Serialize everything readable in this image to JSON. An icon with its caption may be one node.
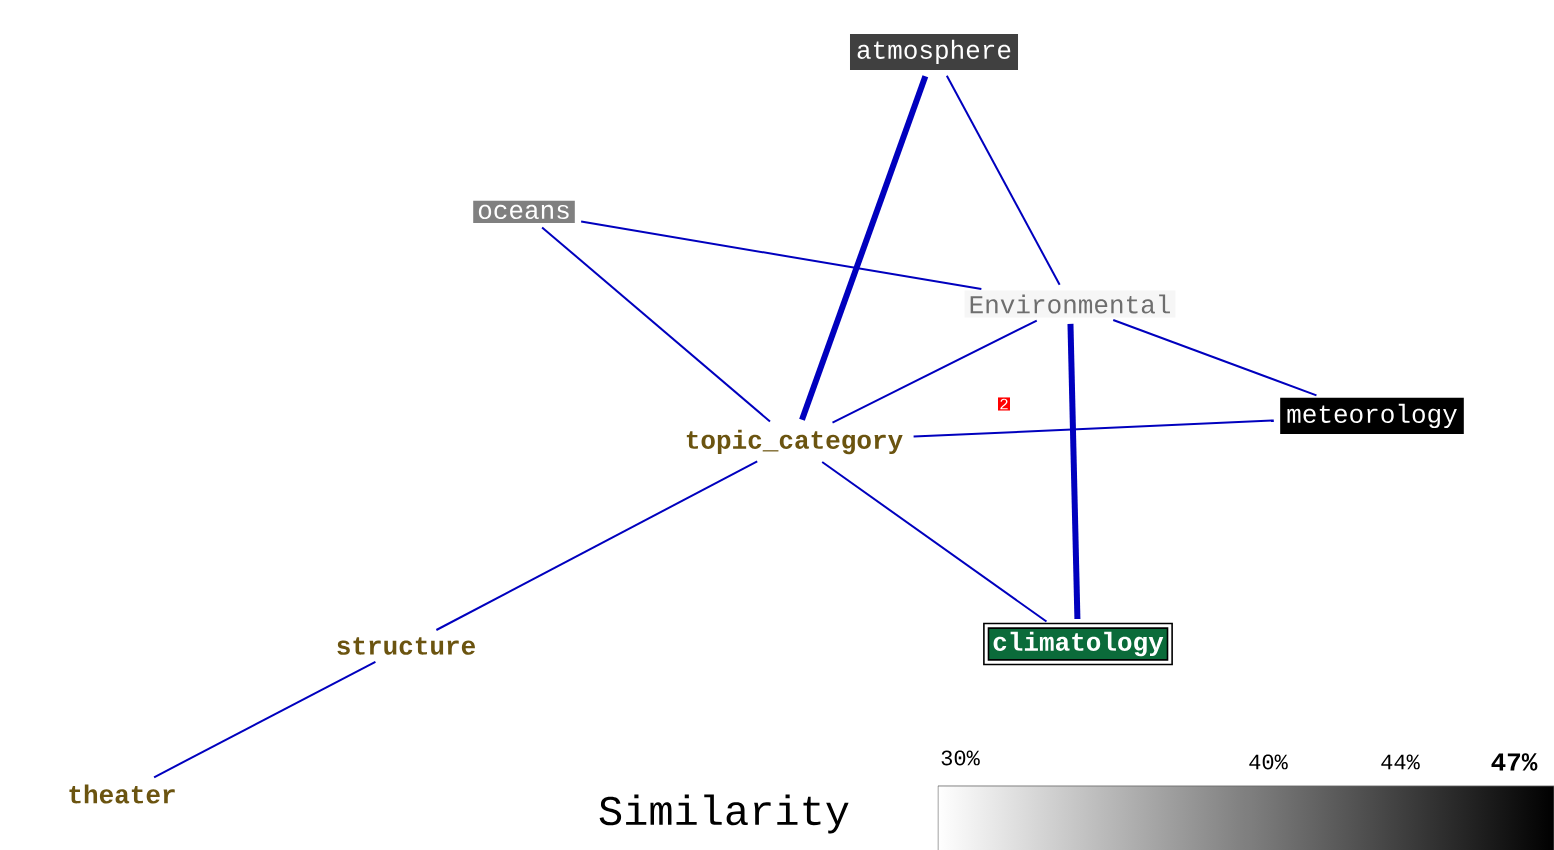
{
  "diagram": {
    "nodes": [
      {
        "text": [
          "atmosphere"
        ]
      },
      {
        "text": [
          "oceans"
        ]
      },
      {
        "text": [
          "Environmental"
        ]
      },
      {
        "text": [
          "topic_category"
        ]
      },
      {
        "text": [
          "meteorology"
        ]
      },
      {
        "text": [
          "climatology"
        ]
      },
      {
        "text": [
          "structure"
        ]
      },
      {
        "text": [
          "theater"
        ]
      }
    ],
    "edges": [
      {
        "from": 0,
        "to": 3,
        "arrow": "none",
        "style": "thick"
      },
      {
        "from": 0,
        "to": 2,
        "arrow": "none"
      },
      {
        "from": 1,
        "to": 3,
        "arrow": "none"
      },
      {
        "from": 1,
        "to": 2,
        "arrow": "none"
      },
      {
        "from": 2,
        "to": 3,
        "arrow": "none"
      },
      {
        "from": 2,
        "to": 4,
        "arrow": "none"
      },
      {
        "from": 2,
        "to": 5,
        "arrow": "none",
        "style": "thick"
      },
      {
        "from": 3,
        "to": 4,
        "arrow": "none"
      },
      {
        "from": 3,
        "to": 5,
        "arrow": "none"
      },
      {
        "from": 3,
        "to": 6,
        "arrow": "none"
      },
      {
        "from": 6,
        "to": 7,
        "arrow": "none"
      }
    ],
    "labels": [
      "2",
      "30%",
      "40%",
      "44%",
      "47%",
      "Similarity"
    ]
  }
}
